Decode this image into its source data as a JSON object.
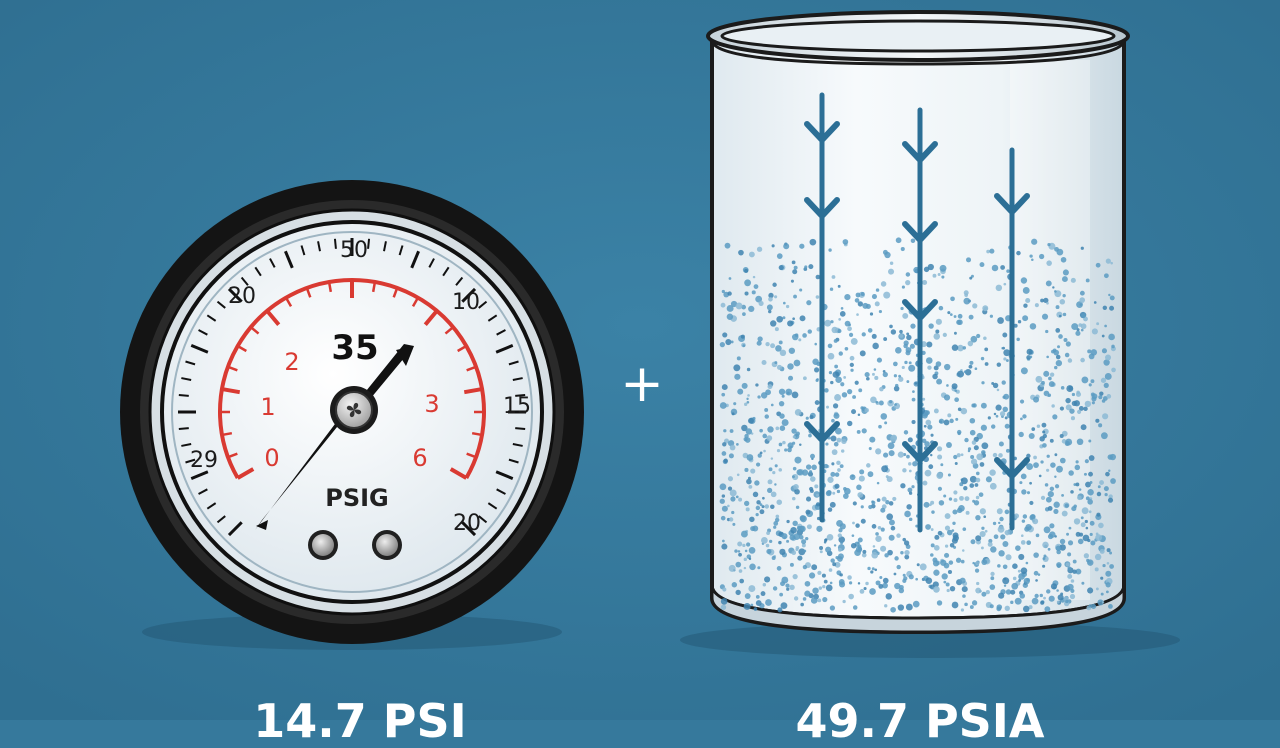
{
  "gauge": {
    "top_label": "50",
    "upper_left_label": "20",
    "upper_right_label": "10",
    "right_label": "15",
    "left_label": "29",
    "lower_right_label": "20",
    "inner_labels": [
      "0",
      "1",
      "2",
      "3",
      "6"
    ],
    "reading": "35",
    "unit": "PSIG",
    "hub_icon": "fan-icon"
  },
  "operator": "+",
  "tank": {
    "arrow_icon": "down-arrow-icon",
    "particles": "water-droplets"
  },
  "captions": {
    "left": "14.7 PSI",
    "right": "49.7 PSIA"
  },
  "colors": {
    "background": "#36799c",
    "dial_face": "#eef3f6",
    "red_scale": "#d93a32",
    "arrow": "#2c6f96",
    "bezel": "#141414"
  }
}
